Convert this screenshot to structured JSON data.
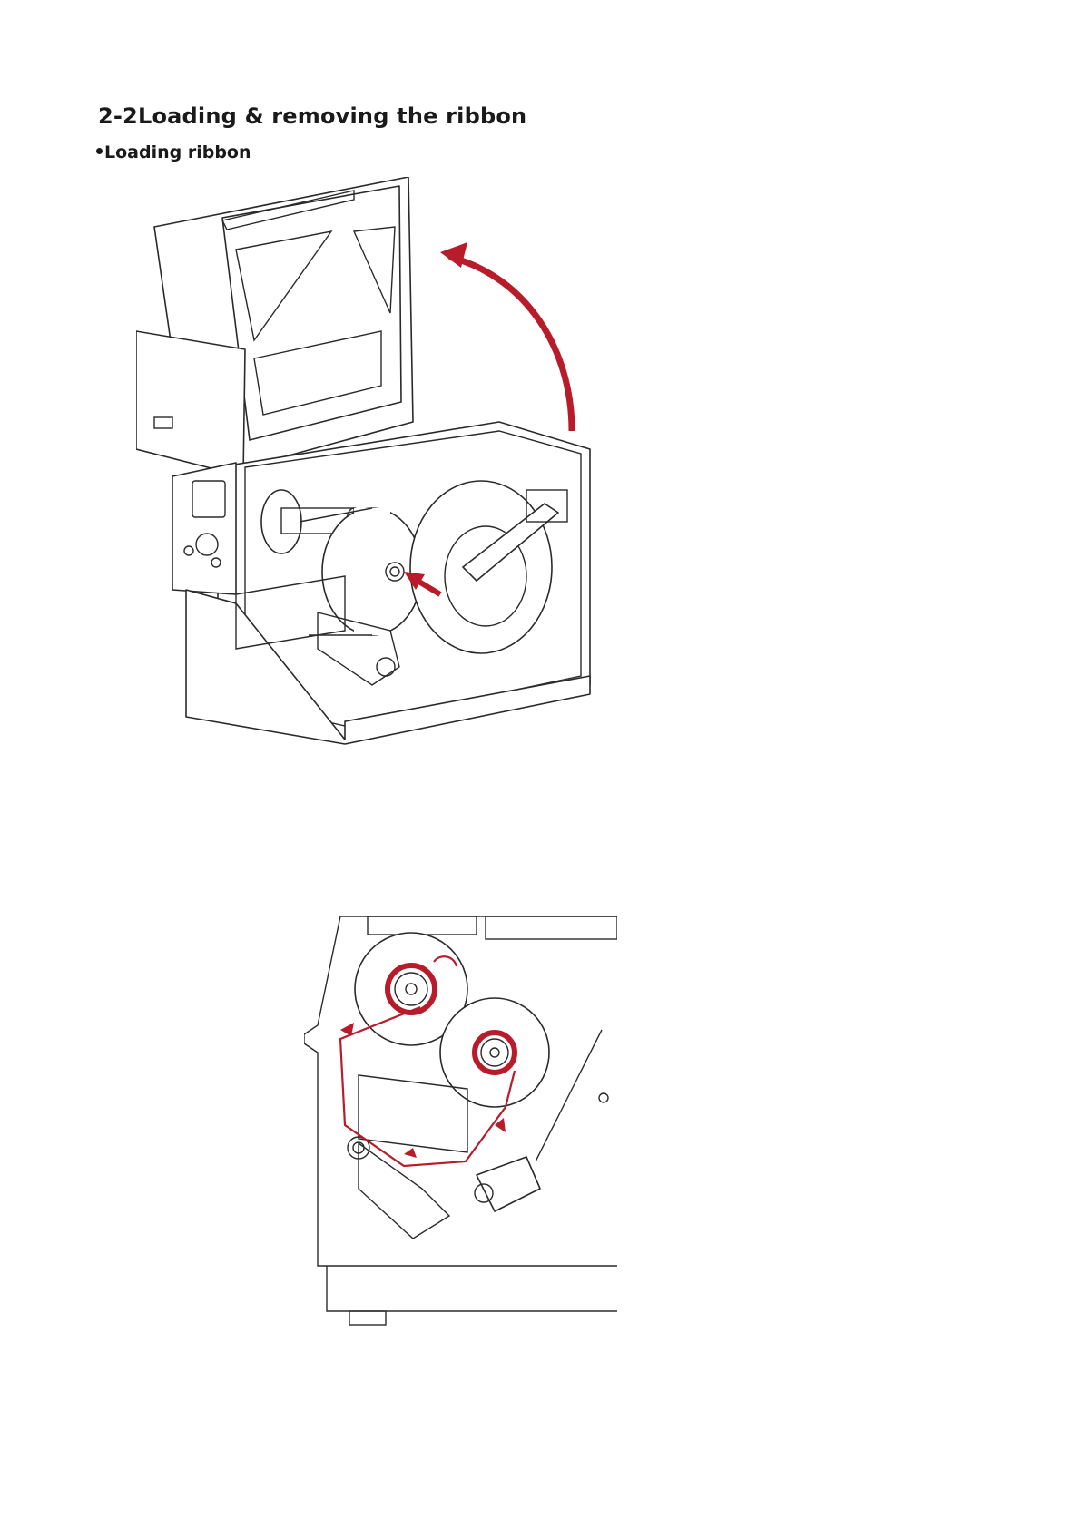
{
  "section": {
    "heading": "2-2Loading & removing the ribbon",
    "bullet": "Loading ribbon"
  },
  "colors": {
    "accent_red": "#b81c2a",
    "line": "#2a2a2a"
  },
  "figures": {
    "top": {
      "icon": "printer-open-cover-illustration"
    },
    "bottom": {
      "icon": "ribbon-path-diagram"
    }
  }
}
